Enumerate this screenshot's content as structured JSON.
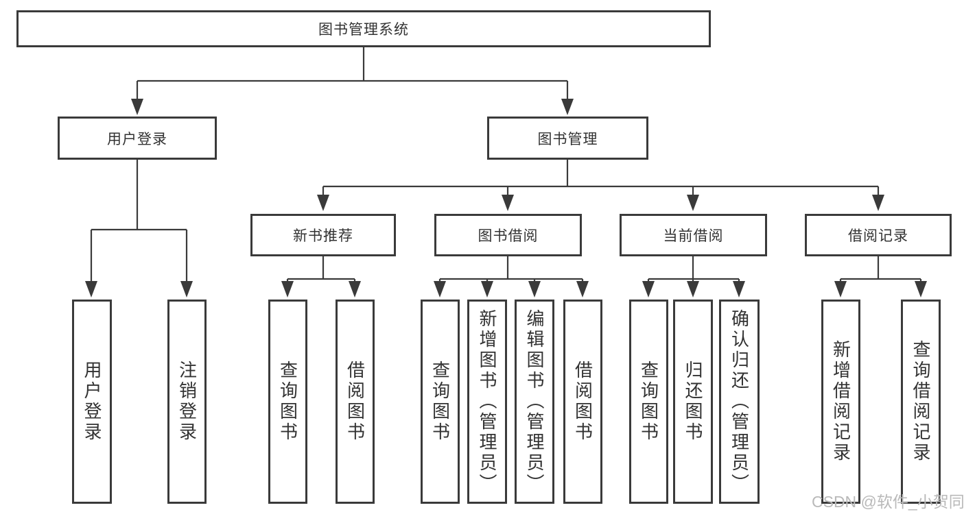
{
  "diagram": {
    "title": "图书管理系统",
    "watermark": "CSDN @软件_小贺同学"
  },
  "colors": {
    "line": "#3a3a3a",
    "box_border": "#3a3a3a",
    "text": "#323232",
    "watermark": "#b9b9b9",
    "background": "#ffffff"
  },
  "nodes": {
    "root": {
      "label": "图书管理系统"
    },
    "user_login": {
      "label": "用户登录"
    },
    "book_mgmt": {
      "label": "图书管理"
    },
    "new_book_rec": {
      "label": "新书推荐"
    },
    "book_borrow": {
      "label": "图书借阅"
    },
    "current_borrow": {
      "label": "当前借阅"
    },
    "borrow_records": {
      "label": "借阅记录"
    },
    "user_login_leaf": {
      "label": "用户登录"
    },
    "logout_leaf": {
      "label": "注销登录"
    },
    "query_book_1": {
      "label": "查询图书"
    },
    "borrow_book_1": {
      "label": "借阅图书"
    },
    "query_book_2": {
      "label": "查询图书"
    },
    "add_book_admin": {
      "label": "新增图书（管理员）"
    },
    "edit_book_admin": {
      "label": "编辑图书（管理员）"
    },
    "borrow_book_2": {
      "label": "借阅图书"
    },
    "query_book_3": {
      "label": "查询图书"
    },
    "return_book": {
      "label": "归还图书"
    },
    "confirm_return_admin": {
      "label": "确认归还（管理员）"
    },
    "add_borrow_record": {
      "label": "新增借阅记录"
    },
    "query_borrow_record": {
      "label": "查询借阅记录"
    }
  },
  "edges": [
    [
      "root",
      "user_login"
    ],
    [
      "root",
      "book_mgmt"
    ],
    [
      "user_login",
      "user_login_leaf"
    ],
    [
      "user_login",
      "logout_leaf"
    ],
    [
      "book_mgmt",
      "new_book_rec"
    ],
    [
      "book_mgmt",
      "book_borrow"
    ],
    [
      "book_mgmt",
      "current_borrow"
    ],
    [
      "book_mgmt",
      "borrow_records"
    ],
    [
      "new_book_rec",
      "query_book_1"
    ],
    [
      "new_book_rec",
      "borrow_book_1"
    ],
    [
      "book_borrow",
      "query_book_2"
    ],
    [
      "book_borrow",
      "add_book_admin"
    ],
    [
      "book_borrow",
      "edit_book_admin"
    ],
    [
      "book_borrow",
      "borrow_book_2"
    ],
    [
      "current_borrow",
      "query_book_3"
    ],
    [
      "current_borrow",
      "return_book"
    ],
    [
      "current_borrow",
      "confirm_return_admin"
    ],
    [
      "borrow_records",
      "add_borrow_record"
    ],
    [
      "borrow_records",
      "query_borrow_record"
    ]
  ]
}
